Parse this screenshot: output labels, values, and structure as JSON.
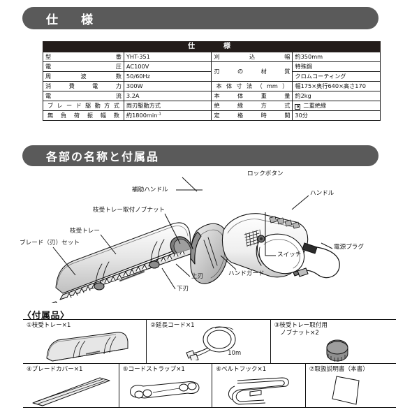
{
  "sections": {
    "spec_header": "仕　様",
    "parts_header": "各部の名称と付属品"
  },
  "spec_table": {
    "title": "仕　　様",
    "rows": [
      {
        "label_left": "型番",
        "value_left": "YHT-351",
        "label_right": "刈込幅",
        "value_right": "約350mm"
      },
      {
        "label_left": "電圧",
        "value_left": "AC100V",
        "label_right": "刃の材質",
        "value_right": "特殊鋼"
      },
      {
        "label_left": "周波数",
        "value_left": "50/60Hz",
        "label_right": "",
        "value_right": "クロムコーティング"
      },
      {
        "label_left": "消費電力",
        "value_left": "300W",
        "label_right": "本体寸法（mm）",
        "value_right": "幅175×奥行640×高さ170"
      },
      {
        "label_left": "電流",
        "value_left": "3.2A",
        "label_right": "本体重量",
        "value_right": "約2kg"
      },
      {
        "label_left": "ブレード駆動方式",
        "value_left": "両刃駆動方式",
        "label_right": "絶縁方式",
        "value_right": "二重絶縁"
      },
      {
        "label_left": "無負荷振幅数",
        "value_left": "約1800min",
        "label_right": "定格時間",
        "value_right": "30分"
      }
    ],
    "min_superscript": "-1",
    "double_insulation_symbol": "回"
  },
  "diagram": {
    "labels": [
      {
        "name": "lock-button",
        "text": "ロックボタン"
      },
      {
        "name": "handle",
        "text": "ハンドル"
      },
      {
        "name": "sub-handle",
        "text": "補助ハンドル"
      },
      {
        "name": "tray-knob-nut",
        "text": "枝受トレー取付ノブナット"
      },
      {
        "name": "branch-tray",
        "text": "枝受トレー"
      },
      {
        "name": "blade-set",
        "text": "ブレード（刃）セット"
      },
      {
        "name": "upper-blade",
        "text": "上刃"
      },
      {
        "name": "lower-blade",
        "text": "下刃"
      },
      {
        "name": "hand-guard",
        "text": "ハンドガード"
      },
      {
        "name": "switch",
        "text": "スイッチ"
      },
      {
        "name": "power-plug",
        "text": "電源プラグ"
      }
    ]
  },
  "accessories": {
    "title": "〈付属品〉",
    "items": [
      {
        "caption": "①枝受トレー×1",
        "extra": ""
      },
      {
        "caption": "②延長コード×1",
        "extra": "10m"
      },
      {
        "caption": "③枝受トレー取付用\n　ノブナット×2",
        "extra": ""
      },
      {
        "caption": "④ブレードカバー×1",
        "extra": ""
      },
      {
        "caption": "⑤コードストラップ×1",
        "extra": ""
      },
      {
        "caption": "⑥ベルトフック×1",
        "extra": ""
      },
      {
        "caption": "⑦取扱説明書（本書）",
        "extra": ""
      }
    ]
  },
  "colors": {
    "pill": "#5a5a5a",
    "table_header": "#231c1a",
    "ink": "#111111",
    "shade_light": "#d9d9d9",
    "shade_mid": "#a8a8a8",
    "shade_dark": "#6f6f6f"
  }
}
